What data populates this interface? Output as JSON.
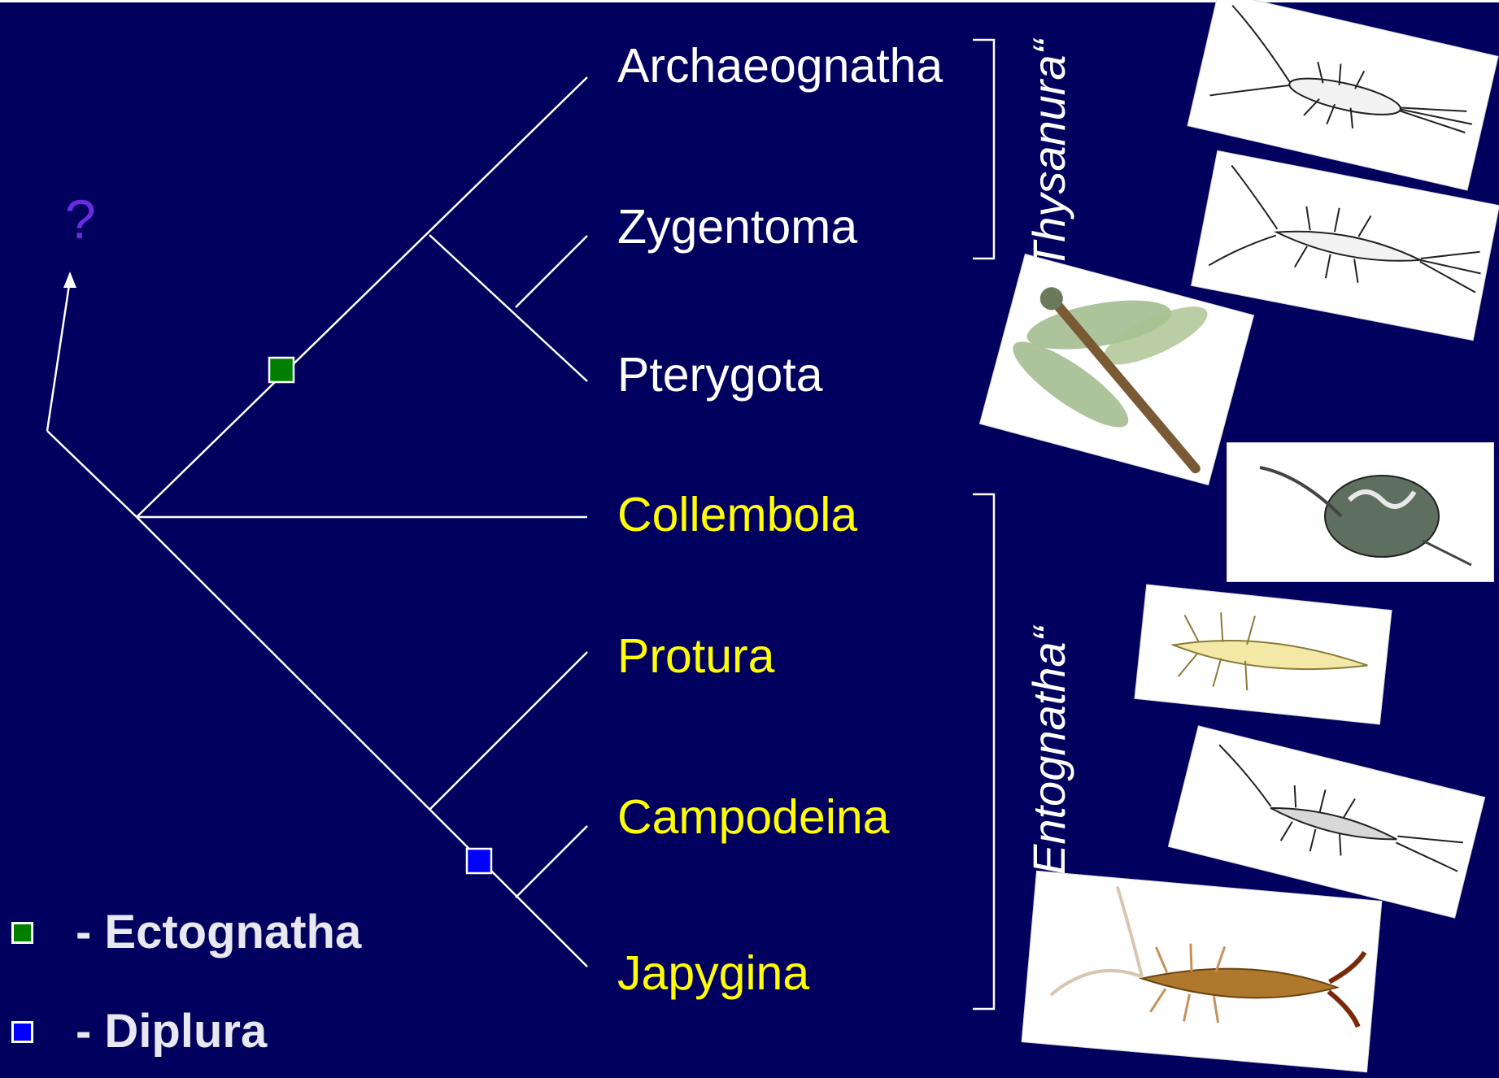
{
  "taxa": [
    {
      "name": "Archaeognatha",
      "color": "#ffffff"
    },
    {
      "name": "Zygentoma",
      "color": "#ffffff"
    },
    {
      "name": "Pterygota",
      "color": "#ffffff"
    },
    {
      "name": "Collembola",
      "color": "#ffff00"
    },
    {
      "name": "Protura",
      "color": "#ffff00"
    },
    {
      "name": "Campodeina",
      "color": "#ffff00"
    },
    {
      "name": "Japygina",
      "color": "#ffff00"
    }
  ],
  "question_mark": "?",
  "groups": [
    {
      "label": "Thysanura“"
    },
    {
      "label": "Entognatha“"
    }
  ],
  "legend": [
    {
      "label": "- Ectognatha",
      "color": "#007f00"
    },
    {
      "label": "- Diplura",
      "color": "#0000ff"
    }
  ],
  "colors": {
    "background": "#02005f",
    "lines": "#ffffff",
    "ectognatha_marker": "#007f00",
    "diplura_marker": "#0000ff",
    "question": "#6a2ce0"
  },
  "images": [
    {
      "icon": "bristletail-drawing"
    },
    {
      "icon": "silverfish-drawing"
    },
    {
      "icon": "dragonfly-photo"
    },
    {
      "icon": "springtail-drawing"
    },
    {
      "icon": "proturan-drawing"
    },
    {
      "icon": "campodeid-drawing"
    },
    {
      "icon": "japygid-photo"
    }
  ]
}
